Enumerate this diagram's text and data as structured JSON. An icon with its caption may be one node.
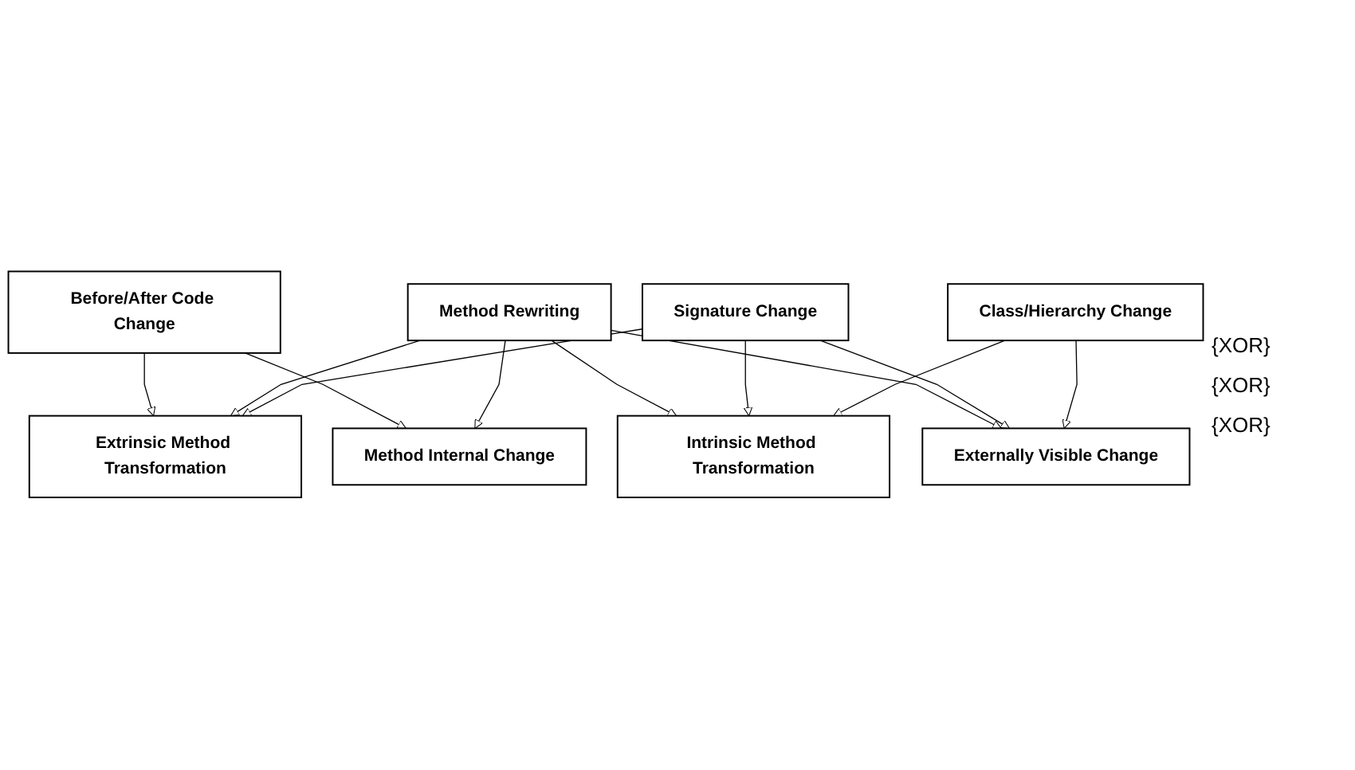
{
  "diagram": {
    "nodes": [
      {
        "text": [
          "Before/After Code Change"
        ]
      },
      {
        "text": [
          "Method Rewriting"
        ]
      },
      {
        "text": [
          "Intrinsic Method Transformation"
        ]
      },
      {
        "text": [
          "Extrinsic Method Transformation"
        ]
      },
      {
        "text": [
          "Externally Visible Change"
        ]
      },
      {
        "text": [
          "Method Internal Change"
        ]
      },
      {
        "text": [
          "Signature Change"
        ]
      },
      {
        "text": [
          "Class/Hierarchy Change"
        ]
      }
    ],
    "edges": [
      {
        "from": 0,
        "to": 3,
        "arrow": "to"
      },
      {
        "from": 0,
        "to": 5,
        "arrow": "to"
      },
      {
        "from": 1,
        "to": 2,
        "arrow": "to"
      },
      {
        "from": 1,
        "to": 3,
        "arrow": "to"
      },
      {
        "from": 1,
        "to": 4,
        "arrow": "to"
      },
      {
        "from": 1,
        "to": 5,
        "arrow": "to"
      },
      {
        "from": 6,
        "to": 2,
        "arrow": "to"
      },
      {
        "from": 6,
        "to": 3,
        "arrow": "to"
      },
      {
        "from": 6,
        "to": 4,
        "arrow": "to"
      },
      {
        "from": 7,
        "to": 2,
        "arrow": "to"
      },
      {
        "from": 7,
        "to": 4,
        "arrow": "to"
      }
    ],
    "labels": [
      "{XOR}",
      "{XOR}",
      "{XOR}"
    ]
  }
}
